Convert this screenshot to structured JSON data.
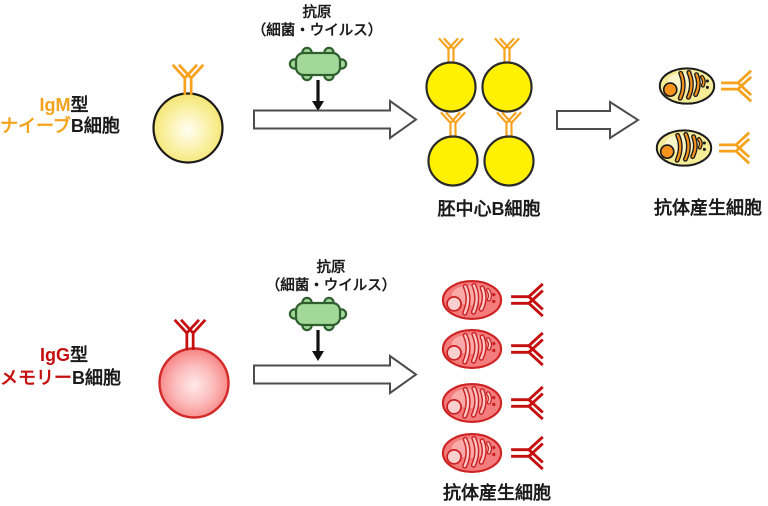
{
  "rows": {
    "igm": {
      "type_highlight": "IgM",
      "type_suffix": "型",
      "name_highlight": "ナイーブ",
      "name_suffix": "B細胞",
      "antigen_title": "抗原",
      "antigen_sub": "（細菌・ウイルス）",
      "germinal_center_label": "胚中心B細胞",
      "plasma_cell_label": "抗体産生細胞"
    },
    "igg": {
      "type_highlight": "IgG",
      "type_suffix": "型",
      "name_highlight": "メモリー",
      "name_suffix": "B細胞",
      "antigen_title": "抗原",
      "antigen_sub": "（細菌・ウイルス）",
      "plasma_cell_label": "抗体産生細胞"
    }
  },
  "colors": {
    "igm_accent": "#F6A21C",
    "igg_accent": "#C50E0E",
    "text": "#1b1b1b",
    "antigen_fill": "#A2D998",
    "antigen_stroke": "#2E5E2E",
    "naive_cell_edge": "#F2E15A",
    "germinal_cell_fill": "#FFF101",
    "memory_cell_edge": "#F66E6E",
    "memory_cell_stroke": "#D32A2A"
  }
}
